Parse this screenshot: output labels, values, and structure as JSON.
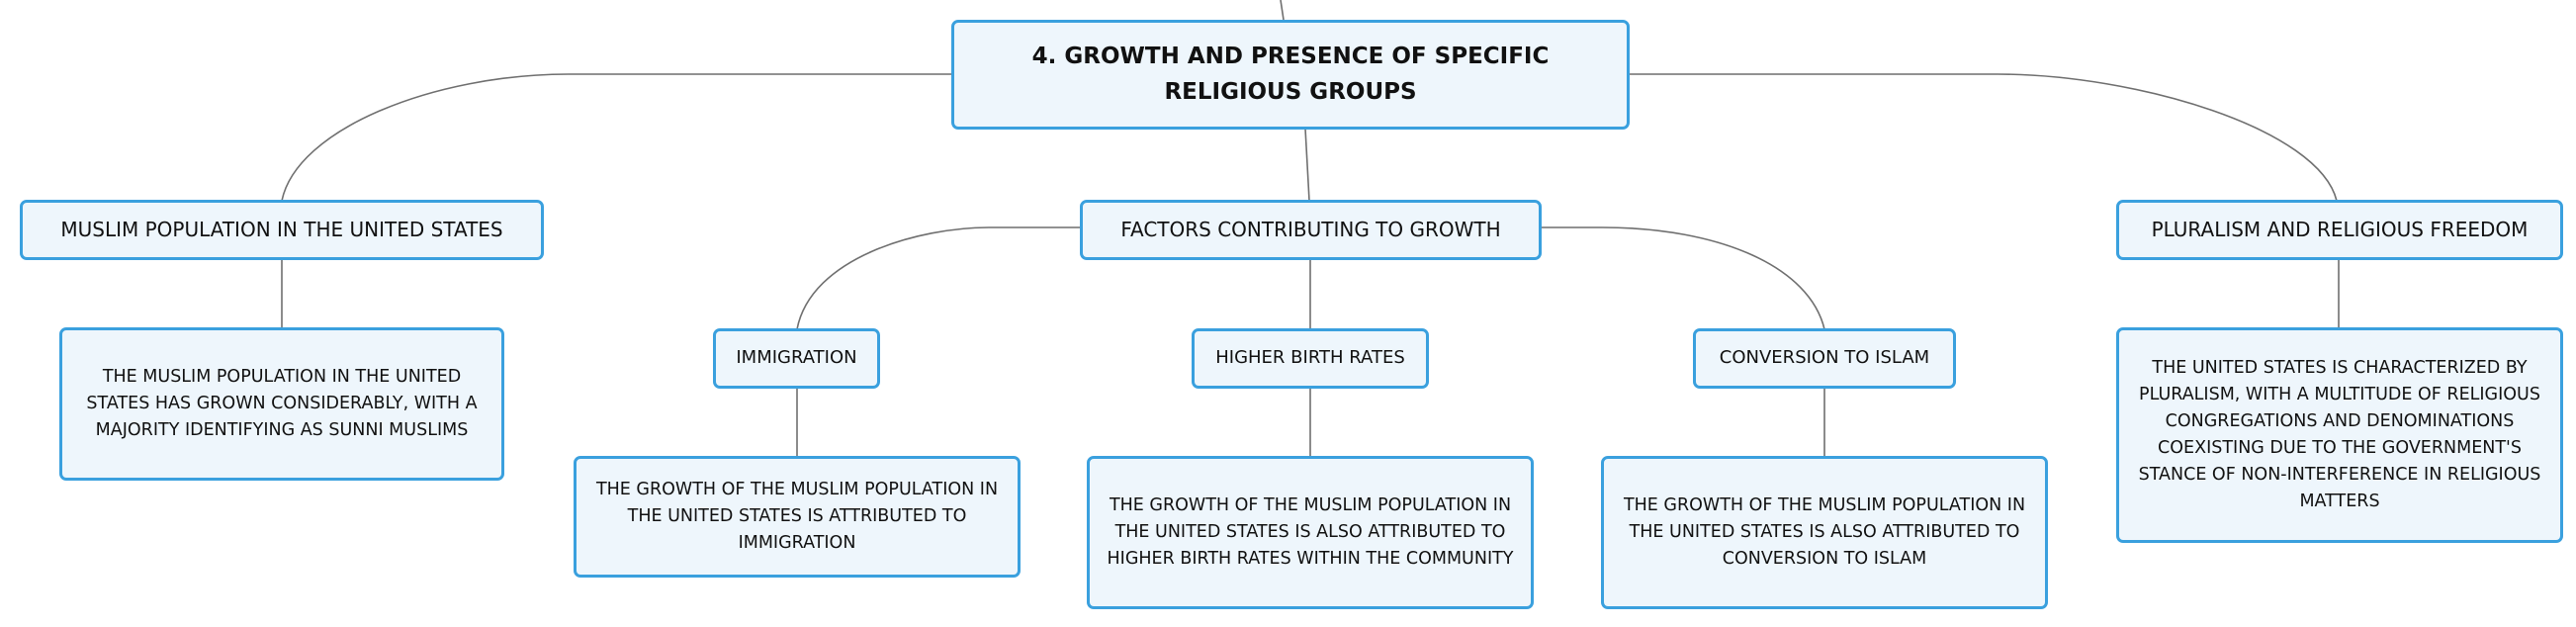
{
  "diagram": {
    "root": {
      "label": "4. GROWTH AND PRESENCE OF SPECIFIC RELIGIOUS GROUPS"
    },
    "branches": [
      {
        "label": "MUSLIM POPULATION IN THE UNITED STATES",
        "detail": "THE MUSLIM POPULATION IN THE UNITED STATES HAS GROWN CONSIDERABLY, WITH A MAJORITY IDENTIFYING AS SUNNI MUSLIMS"
      },
      {
        "label": "FACTORS CONTRIBUTING TO GROWTH",
        "children": [
          {
            "label": "IMMIGRATION",
            "detail": "THE GROWTH OF THE MUSLIM POPULATION IN THE UNITED STATES IS ATTRIBUTED TO IMMIGRATION"
          },
          {
            "label": "HIGHER BIRTH RATES",
            "detail": "THE GROWTH OF THE MUSLIM POPULATION IN THE UNITED STATES IS ALSO ATTRIBUTED TO HIGHER BIRTH RATES WITHIN THE COMMUNITY"
          },
          {
            "label": "CONVERSION TO ISLAM",
            "detail": "THE GROWTH OF THE MUSLIM POPULATION IN THE UNITED STATES IS ALSO ATTRIBUTED TO CONVERSION TO ISLAM"
          }
        ]
      },
      {
        "label": "PLURALISM AND RELIGIOUS FREEDOM",
        "detail": "THE UNITED STATES IS CHARACTERIZED BY PLURALISM, WITH A MULTITUDE OF RELIGIOUS CONGREGATIONS AND DENOMINATIONS COEXISTING DUE TO THE GOVERNMENT'S STANCE OF NON-INTERFERENCE IN RELIGIOUS MATTERS"
      }
    ],
    "colors": {
      "node_border": "#3aa0de",
      "node_fill": "#eef6fc",
      "connector": "#6f6f6f",
      "text": "#111111"
    }
  }
}
